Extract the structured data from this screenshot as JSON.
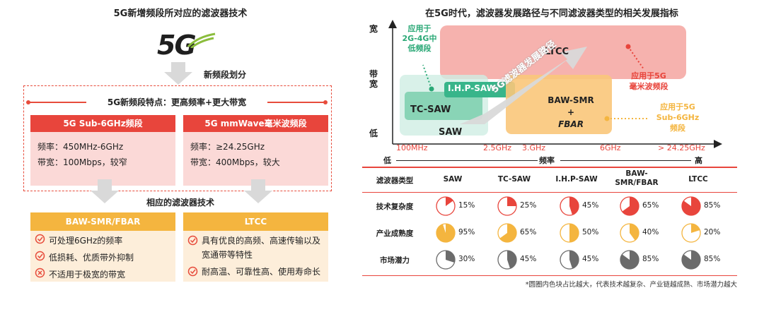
{
  "left": {
    "title": "5G新增频段所对应的滤波器技术",
    "logo_text": "5G",
    "band_division_label": "新频段划分",
    "feature_title": "5G新频段特点：更高频率+更大带宽",
    "band_sub6": {
      "header": "5G Sub-6GHz频段",
      "freq": "频率：450MHz-6GHz",
      "bandwidth": "带宽：100Mbps，较窄"
    },
    "band_mmwave": {
      "header": "5G mmWave毫米波频段",
      "freq": "频率：≥24.25GHz",
      "bandwidth": "带宽：400Mbps，较大"
    },
    "tech_title": "相应的滤波器技术",
    "baw": {
      "header": "BAW-SMR/FBAR",
      "items": [
        {
          "icon": "check",
          "text": "可处理6GHz的频率"
        },
        {
          "icon": "check",
          "text": "低损耗、优质带外抑制"
        },
        {
          "icon": "cross",
          "text": "不适用于极宽的带宽"
        }
      ]
    },
    "ltcc": {
      "header": "LTCC",
      "items": [
        {
          "icon": "check",
          "text": "具有优良的高频、高速传输以及宽通带等特性"
        },
        {
          "icon": "check",
          "text": "耐高温、可靠性高、使用寿命长"
        }
      ]
    }
  },
  "right": {
    "title": "在5G时代，滤波器发展路径与不同滤波器类型的相关发展指标",
    "chart": {
      "y_axis": {
        "top": "宽",
        "middle": "带宽",
        "bottom": "低"
      },
      "x_axis": {
        "start": "低",
        "middle": "频率",
        "end": "高"
      },
      "x_ticks": [
        "100MHz",
        "2.5GHz",
        "3.GHz",
        "6GHz",
        "> 24.25GHz"
      ],
      "regions": {
        "ltcc": "LTCC",
        "ihp_saw": "I.H.P-SAW",
        "tc_saw": "TC-SAW",
        "saw": "SAW",
        "baw_line1": "BAW-SMR",
        "baw_line2": "+",
        "baw_line3": "FBAR"
      },
      "path_label": "5G滤波器发展路径",
      "annotations": {
        "legacy": "应用于\n2G-4G中\n低频段",
        "mmwave": "应用于5G\n毫米波频段",
        "sub6": "应用于5G\nSub-6GHz\n频段"
      }
    },
    "table": {
      "header_label": "滤波器类型",
      "types": [
        "SAW",
        "TC-SAW",
        "I.H.P-SAW",
        "BAW-\nSMR/FBAR",
        "LTCC"
      ],
      "rows": [
        {
          "label": "技术复杂度",
          "color": "#e8453c",
          "values": [
            15,
            25,
            45,
            65,
            85
          ]
        },
        {
          "label": "产业成熟度",
          "color": "#f4b53f",
          "values": [
            95,
            65,
            50,
            40,
            20
          ]
        },
        {
          "label": "市场潜力",
          "color": "#6b6b6b",
          "values": [
            30,
            45,
            45,
            85,
            85
          ]
        }
      ],
      "footnote": "*圆圈内色块占比越大，代表技术越复杂、产业链越成熟、市场潜力越大"
    }
  },
  "colors": {
    "red": "#e8453c",
    "orange": "#f4b53f",
    "gray": "#6b6b6b",
    "teal": "#2aa876"
  }
}
